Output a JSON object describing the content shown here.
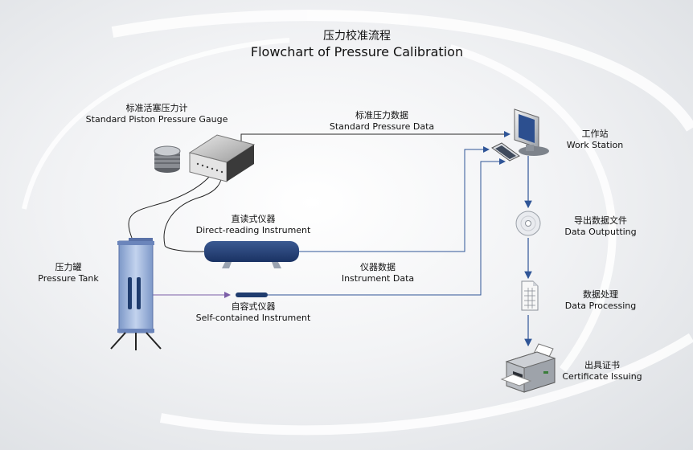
{
  "title": {
    "zh": "压力校准流程",
    "en": "Flowchart of Pressure Calibration"
  },
  "nodes": {
    "piston_gauge": {
      "zh": "标准活塞压力计",
      "en": "Standard Piston Pressure Gauge"
    },
    "pressure_tank": {
      "zh": "压力罐",
      "en": "Pressure Tank"
    },
    "direct_reading": {
      "zh": "直读式仪器",
      "en": "Direct-reading Instrument"
    },
    "self_contained": {
      "zh": "自容式仪器",
      "en": "Self-contained Instrument"
    },
    "work_station": {
      "zh": "工作站",
      "en": "Work Station"
    },
    "data_output": {
      "zh": "导出数据文件",
      "en": "Data Outputting"
    },
    "data_processing": {
      "zh": "数据处理",
      "en": "Data Processing"
    },
    "certificate": {
      "zh": "出具证书",
      "en": "Certificate Issuing"
    }
  },
  "edges": {
    "standard_data": {
      "zh": "标准压力数据",
      "en": "Standard Pressure Data"
    },
    "instrument_data": {
      "zh": "仪器数据",
      "en": "Instrument Data"
    }
  },
  "colors": {
    "line": "#2a2a2a",
    "arrow_blue": "#2f5597",
    "instrument_navy": "#1f3c6e",
    "tank_blue": "#8fa9d6",
    "arrow_purple": "#7b5ea7"
  },
  "icons": [
    "piston-gauge-icon",
    "cylinder-stack-icon",
    "pressure-tank-icon",
    "monitor-icon",
    "keyboard-icon",
    "disc-icon",
    "document-icon",
    "printer-icon"
  ]
}
